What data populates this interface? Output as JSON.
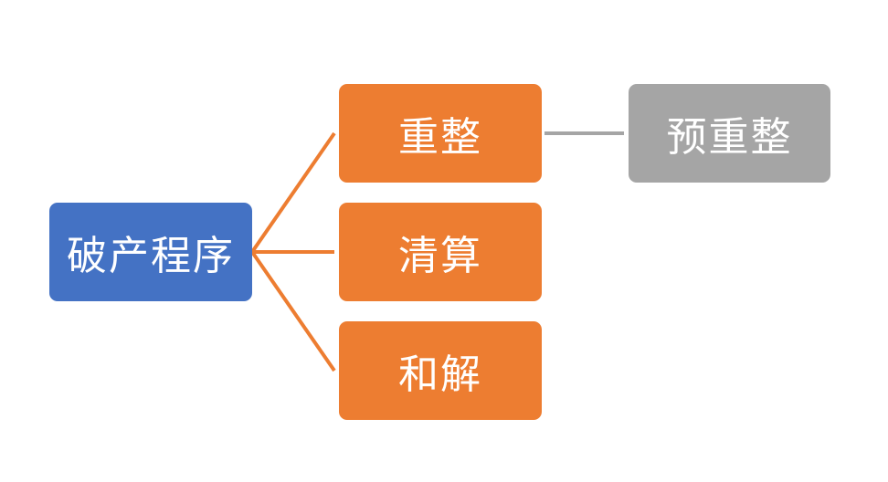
{
  "diagram": {
    "root": {
      "label": "破产程序",
      "color": "#4472c4"
    },
    "children": [
      {
        "label": "重整",
        "color": "#ed7d31"
      },
      {
        "label": "清算",
        "color": "#ed7d31"
      },
      {
        "label": "和解",
        "color": "#ed7d31"
      }
    ],
    "grandchild": {
      "label": "预重整",
      "color": "#a5a5a5"
    },
    "connector_colors": {
      "primary": "#ed7d31",
      "secondary": "#a5a5a5"
    }
  }
}
